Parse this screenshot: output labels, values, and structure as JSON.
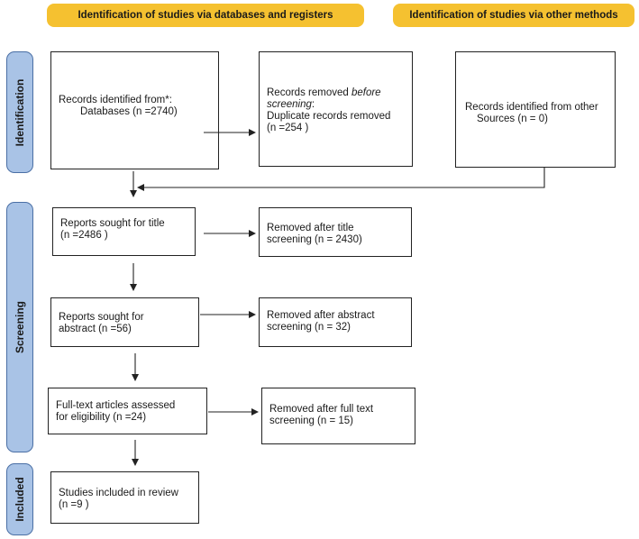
{
  "headers": {
    "databases": "Identification of studies via databases and registers",
    "other": "Identification of studies via other methods"
  },
  "phases": {
    "identification": "Identification",
    "screening": "Screening",
    "included": "Included"
  },
  "boxes": {
    "records_identified": {
      "line1": "Records identified from*:",
      "line2": "Databases (n =2740)"
    },
    "records_removed": {
      "line1_plain": "Records removed ",
      "line1_italic": "before",
      "line2_italic": "screening",
      "line2_plain": ":",
      "line3": "Duplicate records removed",
      "line4": "(n =254 )"
    },
    "other_sources": {
      "line1": "Records identified from other",
      "line2": "Sources (n = 0)"
    },
    "title_sought": {
      "line1": "Reports sought for title",
      "line2": "(n =2486 )"
    },
    "title_removed": {
      "line1": "Removed after title",
      "line2": "screening (n = 2430)"
    },
    "abstract_sought": {
      "line1": "Reports sought for",
      "line2": "abstract (n =56)"
    },
    "abstract_removed": {
      "line1": "Removed after abstract",
      "line2": "screening (n = 32)"
    },
    "fulltext_assessed": {
      "line1": "Full-text articles assessed",
      "line2": "for eligibility (n =24)"
    },
    "fulltext_removed": {
      "line1": "Removed after full text",
      "line2": "screening (n = 15)"
    },
    "included": {
      "line1": "Studies included in review",
      "line2": "(n =9 )"
    }
  }
}
